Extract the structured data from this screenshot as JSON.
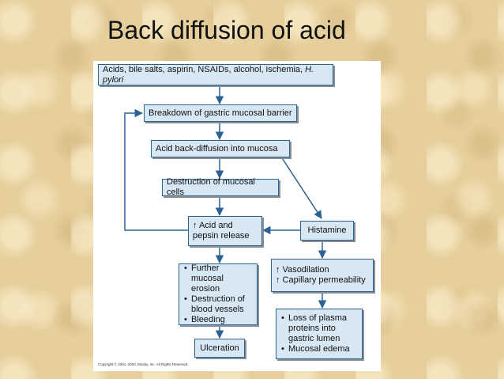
{
  "slide": {
    "title": "Back diffusion of acid"
  },
  "diagram": {
    "boxes": {
      "causes": {
        "text": "Acids, bile salts, aspirin, NSAIDs, alcohol, ischemia, ",
        "italic": "H. pylori"
      },
      "breakdown": "Breakdown of gastric mucosal barrier",
      "backdiffusion": "Acid back-diffusion into mucosa",
      "destruction": "Destruction of mucosal cells",
      "acid_release": {
        "line1": "↑ Acid and",
        "line2": "pepsin release"
      },
      "histamine": "Histamine",
      "erosion": [
        "Further mucosal erosion",
        "Destruction of blood vessels",
        "Bleeding"
      ],
      "vasodilation": {
        "line1": "↑ Vasodilation",
        "line2": "↑ Capillary permeability"
      },
      "plasma_loss": [
        "Loss of plasma proteins into gastric lumen",
        "Mucosal edema"
      ],
      "ulceration": "Ulceration"
    },
    "copyright": "Copyright © 2004, 2000, Mosby, Inc. All Rights Reserved.",
    "colors": {
      "box_fill": "#d7e7f3",
      "box_border": "#2a6294",
      "arrow": "#2a6294"
    }
  }
}
